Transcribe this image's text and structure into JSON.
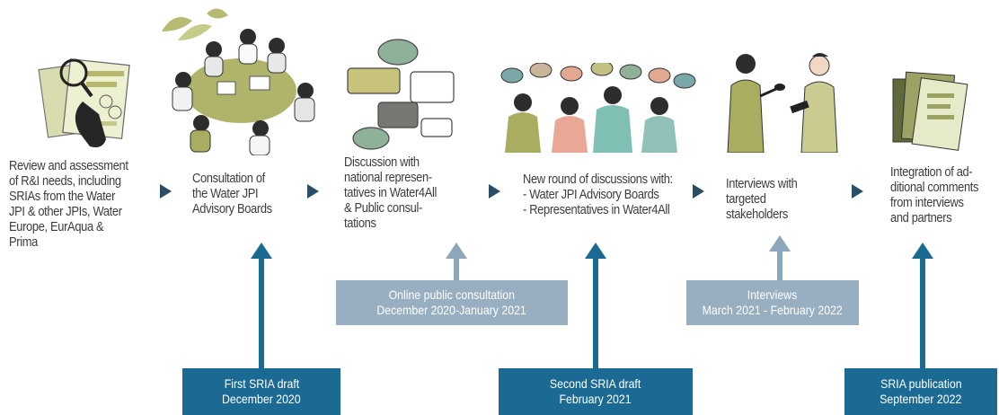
{
  "steps": [
    {
      "text": "Review and assessment\nof R&I needs, including\nSRIAs from the Water\nJPI & other JPIs, Water\nEurope, EurAqua &\nPrima"
    },
    {
      "text": "Consultation of\nthe Water JPI\nAdvisory Boards"
    },
    {
      "text": "Discussion with\nnational represen-\ntatives in Water4All\n& Public consul-\ntations"
    },
    {
      "text": "New round of discussions with:\n- Water JPI Advisory Boards\n- Representatives in Water4All"
    },
    {
      "text": "Interviews with\ntargeted\nstakeholders"
    },
    {
      "text": "Integration of ad-\nditional comments\nfrom interviews\nand partners"
    }
  ],
  "inputs": [
    {
      "line1": "Online public consultation",
      "line2": "December 2020-January 2021"
    },
    {
      "line1": "Interviews",
      "line2": "March 2021 - February 2022"
    }
  ],
  "milestones": [
    {
      "line1": "First SRIA draft",
      "line2": "December 2020"
    },
    {
      "line1": "Second SRIA draft",
      "line2": "February 2021"
    },
    {
      "line1": "SRIA publication",
      "line2": "September 2022"
    }
  ],
  "colors": {
    "olive": "#a9ad5f",
    "dark_blue": "#1b6a93",
    "light_blue": "#98afc1",
    "teal": "#7fbfb4",
    "text": "#3c3c3c"
  }
}
